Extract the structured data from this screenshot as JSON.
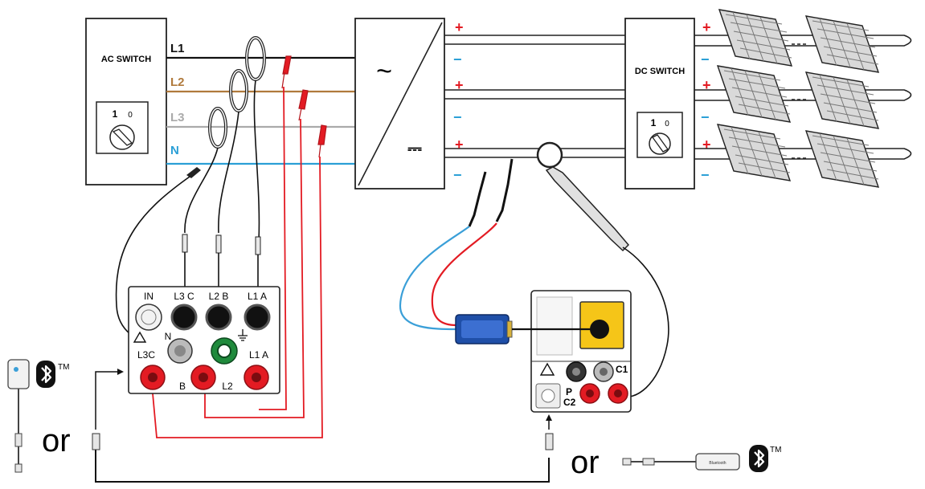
{
  "ac_switch": {
    "title": "AC SWITCH",
    "pos_on": "1",
    "pos_off": "0"
  },
  "dc_switch": {
    "title": "DC SWITCH",
    "pos_on": "1",
    "pos_off": "0"
  },
  "lines": [
    {
      "label": "L1",
      "color": "#111111"
    },
    {
      "label": "L2",
      "color": "#b07a3c"
    },
    {
      "label": "L3",
      "color": "#aaaaaa"
    },
    {
      "label": "N",
      "color": "#2a9fd6"
    }
  ],
  "inverter": {
    "ac_symbol": "~",
    "dc_symbol": "⎓"
  },
  "polarity": {
    "plus": "+",
    "minus": "−"
  },
  "pv_colors": {
    "plus": "#e31b23",
    "minus": "#2a9fd6"
  },
  "analyzer": {
    "top_labels": [
      "IN",
      "L3 C",
      "L2 B",
      "L1 A"
    ],
    "neutral_label": "N",
    "l3c_label": "L3C",
    "b_label": "B",
    "l2_label": "L2",
    "l1a_label": "L1 A",
    "warning_icon": "warning-triangle-icon",
    "ground_icon": "ground-icon"
  },
  "tester": {
    "c1_label": "C1",
    "p_label": "P",
    "c2_label": "C2",
    "warning_icon": "warning-triangle-icon"
  },
  "connectivity": {
    "or_left": "or",
    "or_right": "or",
    "tm_left": "TM",
    "tm_right": "TM",
    "bt_icon": "bluetooth-icon",
    "dongle_text": "Bluetooth"
  },
  "colors": {
    "lead_red": "#e31b23",
    "lead_blue": "#3a9fd8",
    "jack_green": "#1f8a3c",
    "jack_yellow": "#f5c518",
    "battery_blue": "#1f4fa8"
  }
}
